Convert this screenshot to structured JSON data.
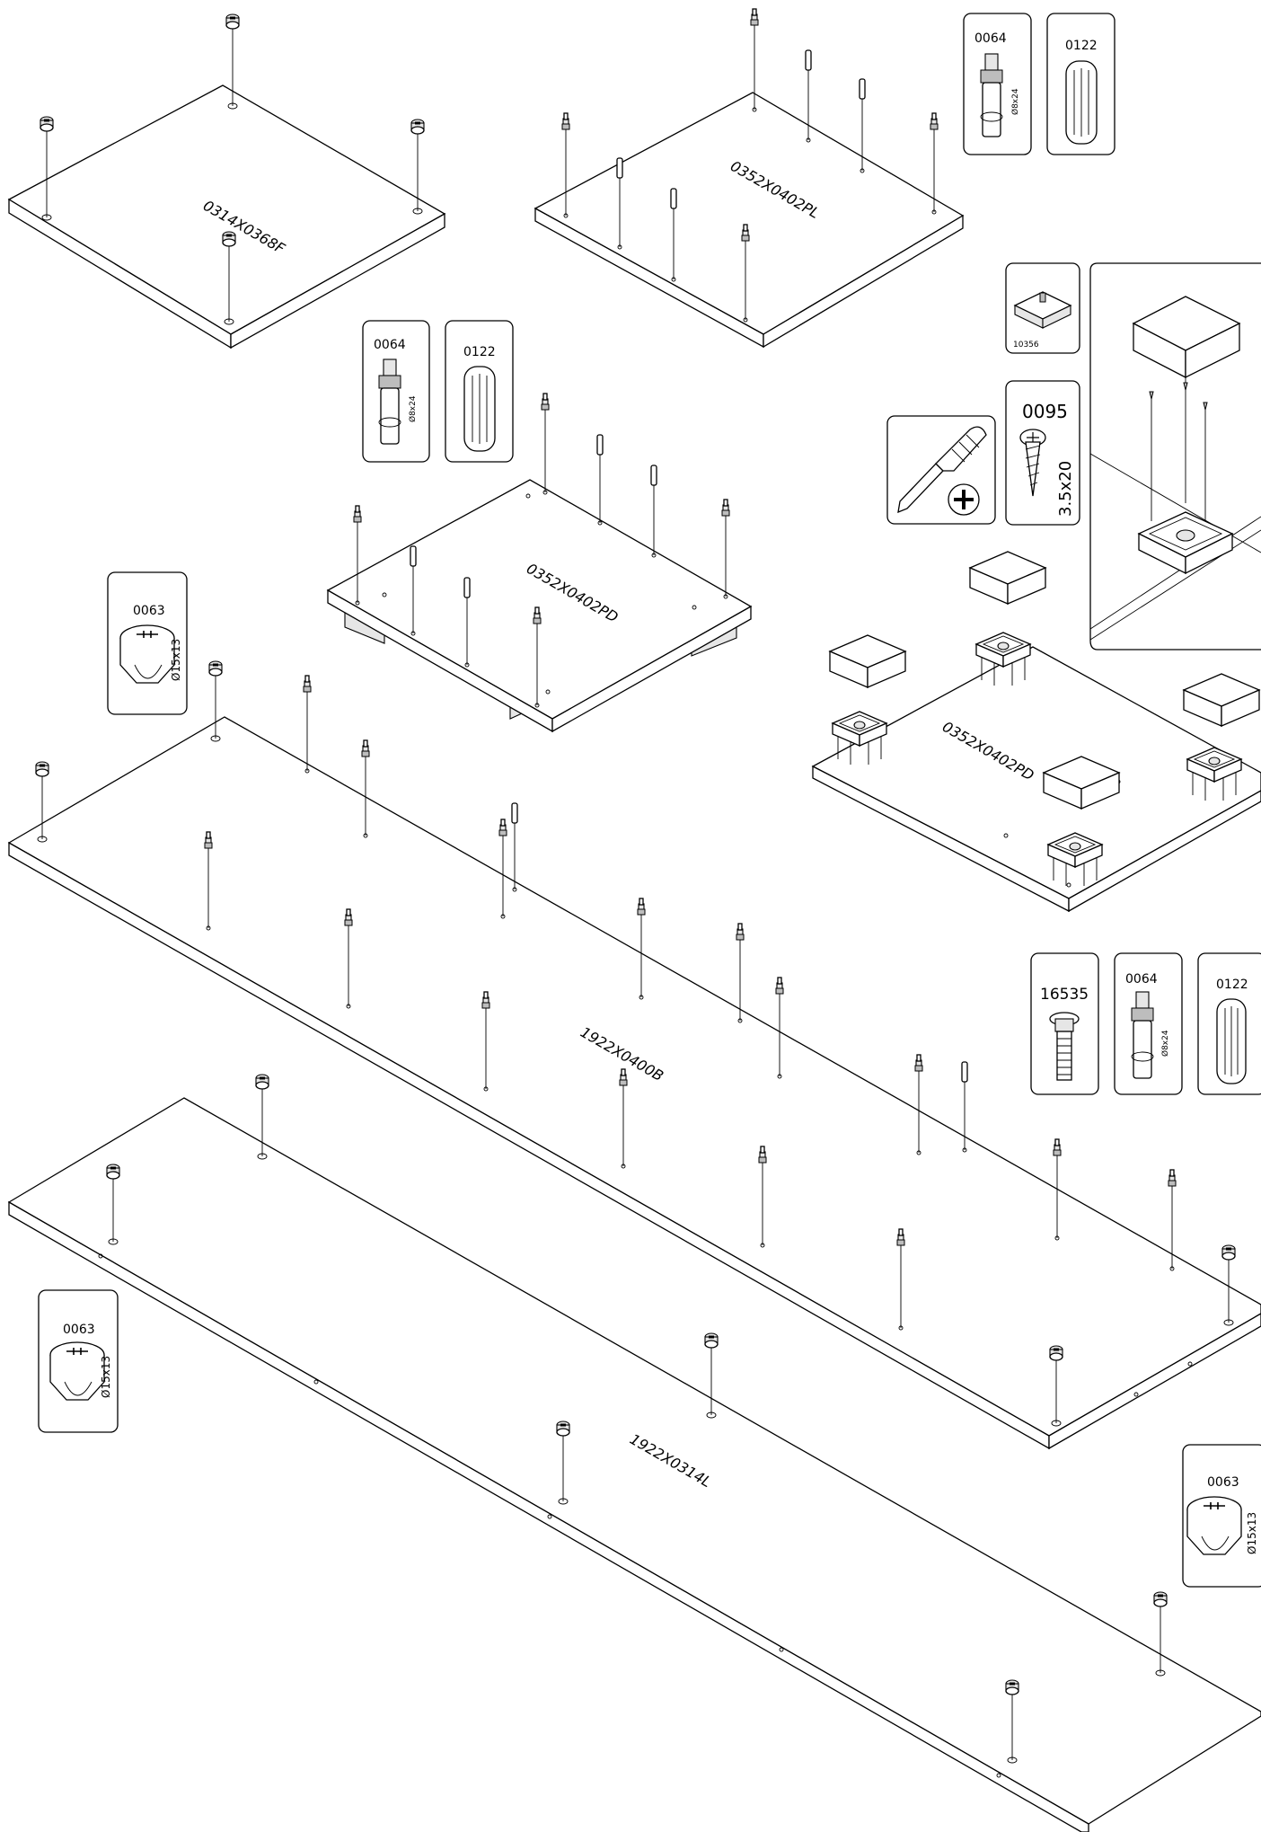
{
  "panels": {
    "top": "0314X0368F",
    "side_pl": "0352X0402PL",
    "side_pd": "0352X0402PD",
    "side_pd_feet": "0352X0402PD",
    "back": "1922X0400B",
    "long": "1922X0314L"
  },
  "parts": {
    "dowel": "0122",
    "cam_bolt": "0064",
    "cam_bolt_size": "Ø8x24",
    "cam_lock": "0063",
    "cam_lock_size": "Ø15x13",
    "screw": "0095",
    "screw_size": "3.5x20",
    "foot": "10356",
    "connector": "16535"
  }
}
